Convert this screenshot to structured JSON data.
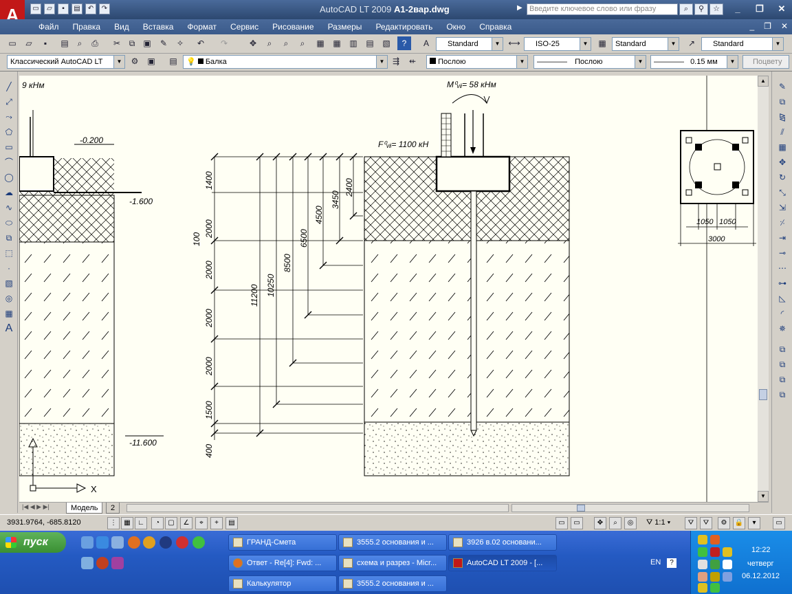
{
  "titlebar": {
    "app": "AutoCAD LT 2009",
    "file": "A1-2вар.dwg",
    "search_placeholder": "Введите ключевое слово или фразу"
  },
  "menu": [
    "Файл",
    "Правка",
    "Вид",
    "Вставка",
    "Формат",
    "Сервис",
    "Рисование",
    "Размеры",
    "Редактировать",
    "Окно",
    "Справка"
  ],
  "styles": {
    "text_style": "Standard",
    "dim_style": "ISO-25",
    "table_style": "Standard",
    "mleader_style": "Standard"
  },
  "layers": {
    "workspace": "Классический AutoCAD LT",
    "current_layer": "Балка",
    "color": "Послою",
    "linetype": "Послою",
    "lineweight": "0.15 мм",
    "plotstyle": "Поцвету"
  },
  "drawing": {
    "moment_left": "9 кНм",
    "moment_right": "M⁰ᵥᵢᵢ= 58 кНм",
    "force": "F⁰ᵥᵢᵢ= 1100 кН",
    "level_top": "-0.200",
    "level_mid": "-1.600",
    "level_bottom": "-11.600",
    "layer_dims": [
      "1400",
      "2000",
      "100",
      "2000",
      "2000",
      "2000",
      "1500",
      "400"
    ],
    "depth_dims": [
      "11200",
      "10250",
      "8500",
      "6500",
      "4500",
      "3450",
      "2400"
    ],
    "plan_dims": [
      "1050",
      "1050",
      "3000"
    ],
    "ucs_x": "X"
  },
  "tabs": {
    "model": "Модель",
    "layout": "2"
  },
  "status": {
    "coords": "3931.9764, -685.8120",
    "scale": "1:1"
  },
  "taskbar": {
    "start": "пуск",
    "tasks": [
      "ГРАНД-Смета",
      "3555.2 основания и ...",
      "3926 в.02 основани...",
      "Ответ - Re[4]: Fwd: ...",
      "схема и разрез - Micr...",
      "AutoCAD LT 2009 - [...",
      "Калькулятор",
      "3555.2 основания и ..."
    ],
    "lang": "EN",
    "time": "12:22",
    "day": "четверг",
    "date": "06.12.2012"
  }
}
